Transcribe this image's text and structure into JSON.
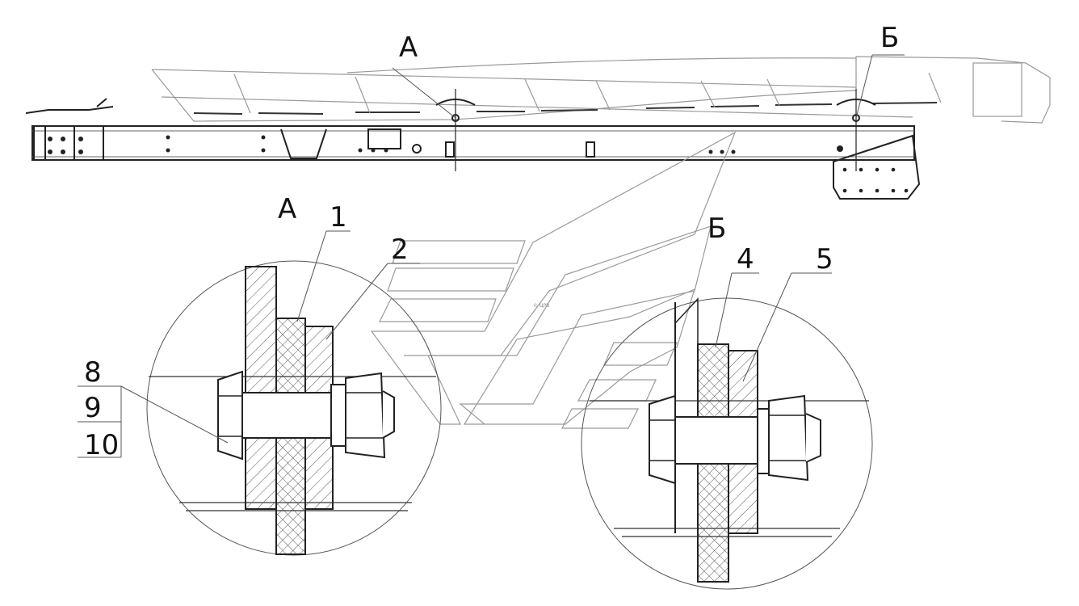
{
  "drawing": {
    "view_marks": {
      "a_top": "А",
      "b_top": "Б"
    },
    "detail_a": {
      "title": "А"
    },
    "detail_b": {
      "title": "Б"
    },
    "callouts": {
      "p1": "1",
      "p2": "2",
      "p4": "4",
      "p5": "5",
      "p8": "8",
      "p9": "9",
      "p10": "10"
    },
    "watermark": {
      "tiny_text": "© ЦРВ"
    }
  }
}
